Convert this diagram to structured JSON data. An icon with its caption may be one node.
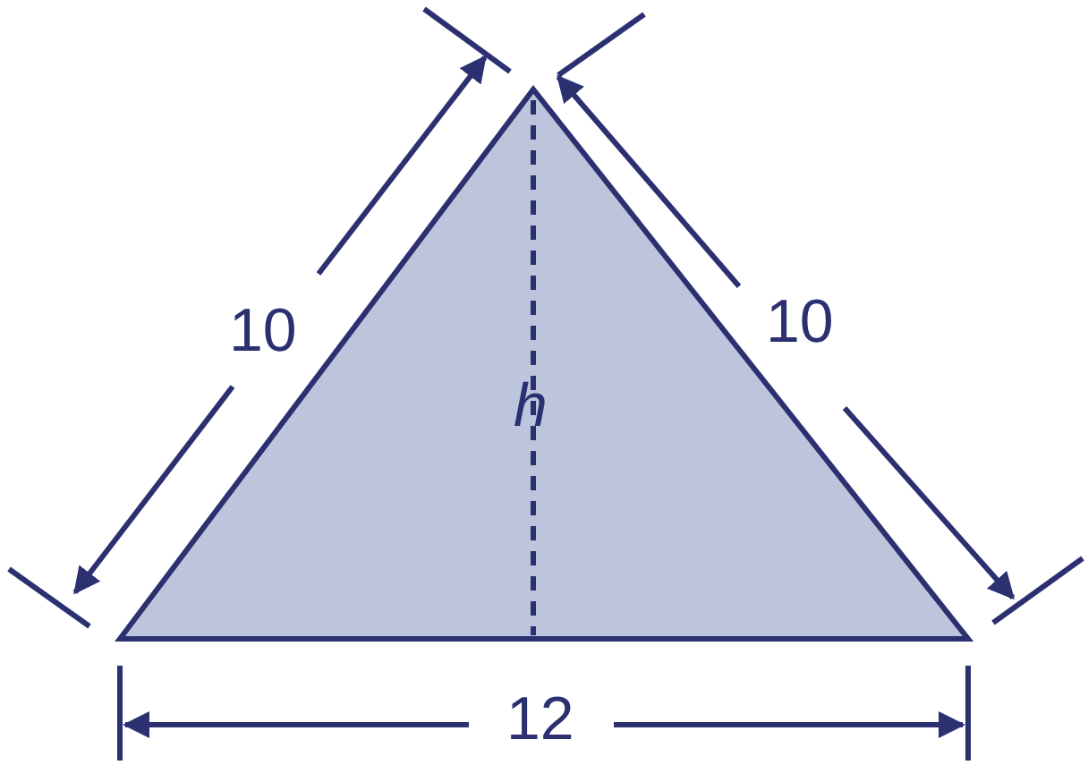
{
  "diagram": {
    "labels": [
      "10",
      "10",
      "h",
      "12"
    ]
  }
}
